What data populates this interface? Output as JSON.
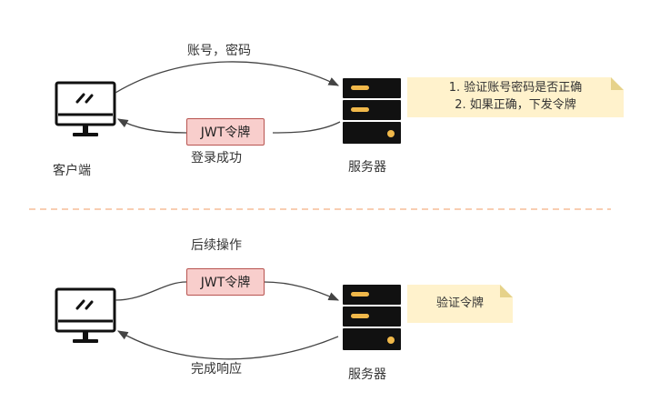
{
  "top": {
    "client_label": "客户端",
    "server_label": "服务器",
    "request_label": "账号，密码",
    "response_label": "登录成功",
    "token_label": "JWT令牌",
    "note_lines": [
      "1. 验证账号密码是否正确",
      "2. 如果正确，下发令牌"
    ]
  },
  "bottom": {
    "server_label": "服务器",
    "request_label": "后续操作",
    "response_label": "完成响应",
    "token_label": "JWT令牌",
    "note_text": "验证令牌"
  },
  "colors": {
    "token_fill": "#f8cecc",
    "token_border": "#b85450",
    "note_fill": "#fff2cc",
    "divider": "#f4b183",
    "server_body": "#111111",
    "server_accent": "#f0b84a"
  },
  "icons": [
    "computer-monitor-icon",
    "server-rack-icon"
  ]
}
